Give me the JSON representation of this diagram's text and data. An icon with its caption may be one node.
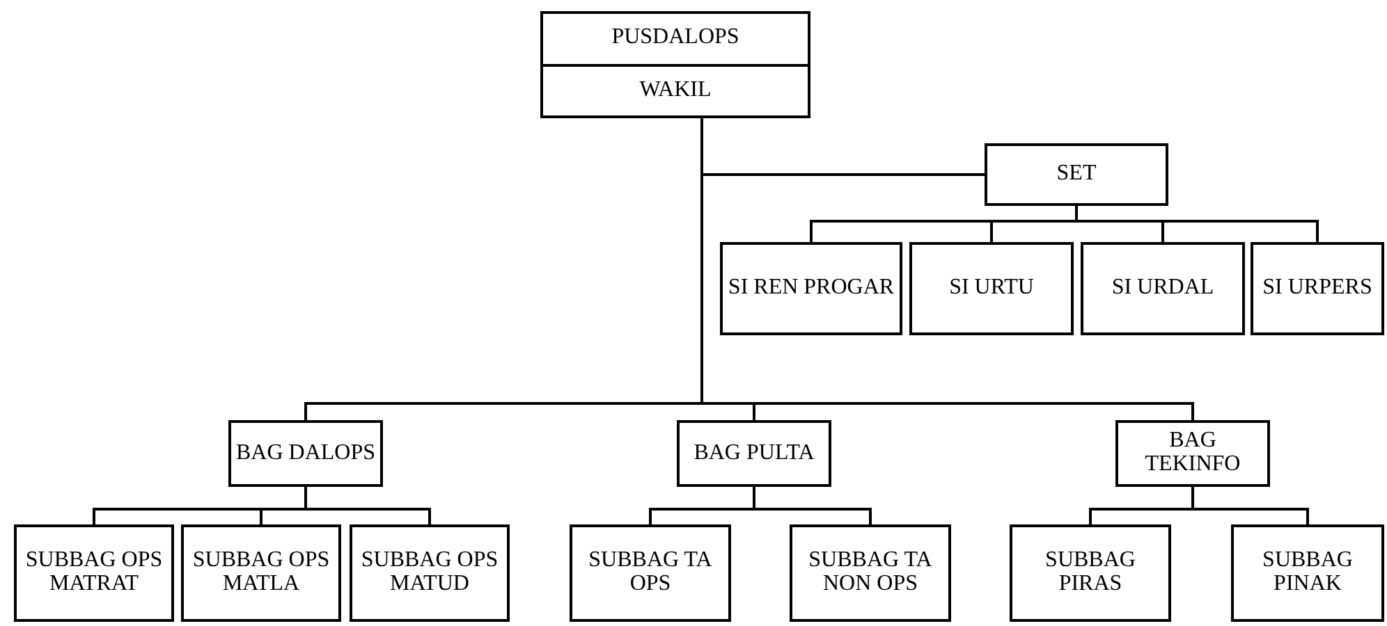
{
  "diagram": {
    "nodes": [
      {
        "text": [
          "PUSDALOPS",
          "WAKIL"
        ]
      },
      {
        "text": [
          "SET"
        ]
      },
      {
        "text": [
          "SI REN PROGAR"
        ]
      },
      {
        "text": [
          "SI URTU"
        ]
      },
      {
        "text": [
          "SI URDAL"
        ]
      },
      {
        "text": [
          "SI URPERS"
        ]
      },
      {
        "text": [
          "BAG DALOPS"
        ]
      },
      {
        "text": [
          "BAG PULTA"
        ]
      },
      {
        "text": [
          "BAG TEKINFO"
        ]
      },
      {
        "text": [
          "SUBBAG OPS MATRAT"
        ]
      },
      {
        "text": [
          "SUBBAG OPS MATLA"
        ]
      },
      {
        "text": [
          "SUBBAG OPS MATUD"
        ]
      },
      {
        "text": [
          "SUBBAG TA OPS"
        ]
      },
      {
        "text": [
          "SUBBAG TA NON OPS"
        ]
      },
      {
        "text": [
          "SUBBAG PIRAS"
        ]
      },
      {
        "text": [
          "SUBBAG PINAK"
        ]
      }
    ],
    "edges": [
      {
        "from": 0,
        "to": 1,
        "arrow": "none"
      },
      {
        "from": 1,
        "to": 2,
        "arrow": "none"
      },
      {
        "from": 1,
        "to": 3,
        "arrow": "none"
      },
      {
        "from": 1,
        "to": 4,
        "arrow": "none"
      },
      {
        "from": 1,
        "to": 5,
        "arrow": "none"
      },
      {
        "from": 0,
        "to": 6,
        "arrow": "none"
      },
      {
        "from": 0,
        "to": 7,
        "arrow": "none"
      },
      {
        "from": 0,
        "to": 8,
        "arrow": "none"
      },
      {
        "from": 6,
        "to": 9,
        "arrow": "none"
      },
      {
        "from": 6,
        "to": 10,
        "arrow": "none"
      },
      {
        "from": 6,
        "to": 11,
        "arrow": "none"
      },
      {
        "from": 7,
        "to": 12,
        "arrow": "none"
      },
      {
        "from": 7,
        "to": 13,
        "arrow": "none"
      },
      {
        "from": 8,
        "to": 14,
        "arrow": "none"
      },
      {
        "from": 8,
        "to": 15,
        "arrow": "none"
      }
    ]
  }
}
